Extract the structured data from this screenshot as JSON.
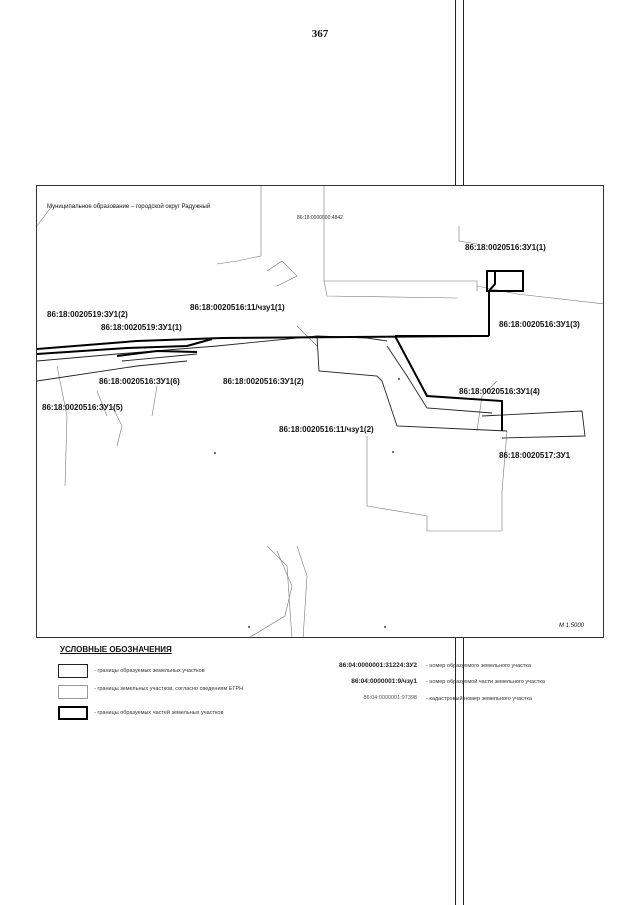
{
  "page_number": "367",
  "map": {
    "municipality": "Муниципальное образование – городской округ Радужный",
    "scale": "М 1:5000",
    "labels": {
      "zu_1": "86:18:0020516:ЗУ1(1)",
      "zu_3": "86:18:0020516:ЗУ1(3)",
      "zu_4": "86:18:0020516:ЗУ1(4)",
      "zu_2": "86:18:0020516:ЗУ1(2)",
      "zu_6": "86:18:0020516:ЗУ1(6)",
      "zu_5": "86:18:0020516:ЗУ1(5)",
      "z519_2": "86:18:0020519:ЗУ1(2)",
      "z519_1": "86:18:0020519:ЗУ1(1)",
      "chzu_1": "86:18:0020516:11/чзу1(1)",
      "chzu_2": "86:18:0020516:11/чзу1(2)",
      "z517": "86:18:0020517:ЗУ1",
      "small_top": "86:18:0000000:4842"
    }
  },
  "legend": {
    "title": "УСЛОВНЫЕ ОБОЗНАЧЕНИЯ",
    "items": [
      "- границы образуемых земельных участков",
      "- границы земельных участков, согласно сведениям ЕГРН",
      "- границы образуемых частей земельных участков"
    ],
    "codes": [
      {
        "code": "86:04:0000001:31224:ЗУ2",
        "desc": "- номер образуемого земельного участка"
      },
      {
        "code": "86:04:0000001:9/чзу1",
        "desc": "- номер образуемой части земельного участка"
      },
      {
        "code": "86:04:0000001:97398",
        "desc": "- кадастровый номер земельного участка"
      }
    ]
  }
}
